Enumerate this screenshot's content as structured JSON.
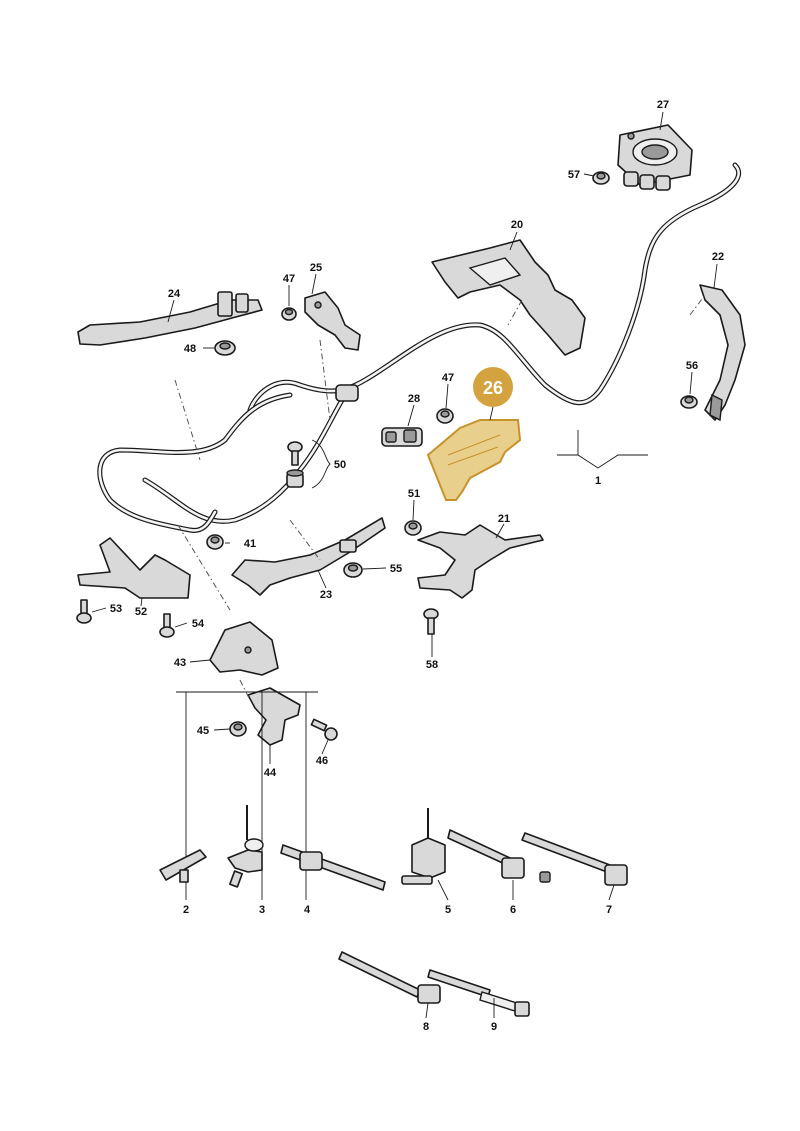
{
  "highlight": {
    "label": "26",
    "color": "#d4a23f"
  },
  "labels": {
    "l1": "1",
    "l2": "2",
    "l3": "3",
    "l4": "4",
    "l5": "5",
    "l6": "6",
    "l7": "7",
    "l8": "8",
    "l9": "9",
    "l20": "20",
    "l21": "21",
    "l22": "22",
    "l23": "23",
    "l24": "24",
    "l25": "25",
    "l27": "27",
    "l28": "28",
    "l41": "41",
    "l43": "43",
    "l44": "44",
    "l45": "45",
    "l46": "46",
    "l47a": "47",
    "l47b": "47",
    "l48": "48",
    "l50": "50",
    "l51": "51",
    "l52": "52",
    "l53": "53",
    "l54": "54",
    "l55": "55",
    "l56": "56",
    "l57": "57",
    "l58": "58"
  }
}
